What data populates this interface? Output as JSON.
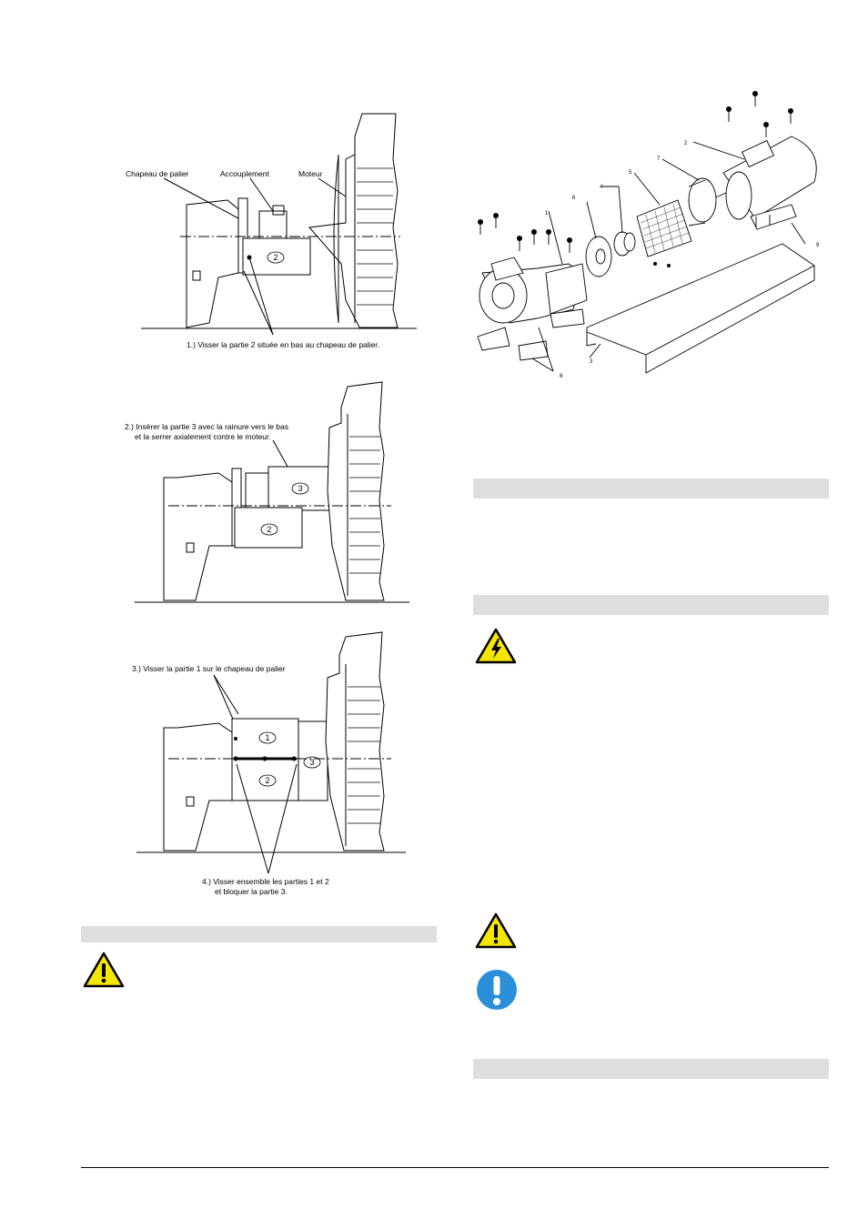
{
  "figure_1": {
    "label_bearing_cap": "Chapeau de palier",
    "label_coupling": "Accouplement",
    "label_motor": "Moteur",
    "part_number": "2",
    "caption": "1.) Visser la partie 2 située en bas au chapeau de palier."
  },
  "figure_2": {
    "caption_line1": "2.) Insérer la partie 3 avec la rainure vers le bas",
    "caption_line2": "et la serrer axialement contre le moteur.",
    "part_number_top": "3",
    "part_number_bottom": "2"
  },
  "figure_3": {
    "caption_top": "3.) Visser la partie 1 sur le chapeau de palier",
    "part_number_1": "1",
    "part_number_2": "2",
    "part_number_3": "3",
    "caption_bottom_line1": "4.) Visser ensemble les parties 1 et 2",
    "caption_bottom_line2": "et bloquer la partie 3."
  },
  "exploded_view": {
    "labels": [
      "1",
      "2",
      "3",
      "4",
      "5",
      "6",
      "7",
      "8",
      "9"
    ]
  },
  "icons": {
    "warning": "warning-triangle-icon",
    "electrical": "electrical-hazard-icon",
    "notice": "exclamation-circle-icon"
  },
  "colors": {
    "section_bar": "#dedede",
    "warning_yellow": "#f5e600",
    "notice_blue": "#2a8fd8"
  }
}
